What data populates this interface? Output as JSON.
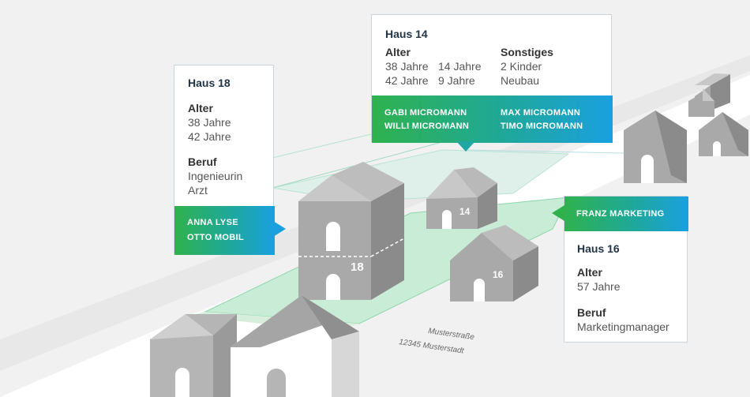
{
  "haus18": {
    "title": "Haus 18",
    "alter_label": "Alter",
    "alter": [
      "38 Jahre",
      "42 Jahre"
    ],
    "beruf_label": "Beruf",
    "beruf": [
      "Ingenieurin",
      "Arzt"
    ],
    "residents": [
      "ANNA LYSE",
      "OTTO MOBIL"
    ],
    "number": "18"
  },
  "haus14": {
    "title": "Haus 14",
    "alter_label": "Alter",
    "alter_col1": [
      "38 Jahre",
      "42 Jahre"
    ],
    "alter_col2": [
      "14 Jahre",
      "9 Jahre"
    ],
    "sonstiges_label": "Sonstiges",
    "sonstiges": [
      "2 Kinder",
      "Neubau"
    ],
    "residents_col1": [
      "GABI MICROMANN",
      "WILLI MICROMANN"
    ],
    "residents_col2": [
      "MAX MICROMANN",
      "TIMO MICROMANN"
    ],
    "number": "14"
  },
  "haus16": {
    "title": "Haus 16",
    "resident": "FRANZ MARKETING",
    "alter_label": "Alter",
    "alter": [
      "57 Jahre"
    ],
    "beruf_label": "Beruf",
    "beruf": [
      "Marketingmanager"
    ],
    "number": "16"
  },
  "address": {
    "street": "Musterstraße",
    "city": "12345 Musterstadt"
  },
  "colors": {
    "gradient_start": "#2fb24e",
    "gradient_end": "#1aa0e0",
    "house_front": "#a9a9a9",
    "house_side": "#8b8b8b",
    "house_roof": "#c8c8c8"
  }
}
